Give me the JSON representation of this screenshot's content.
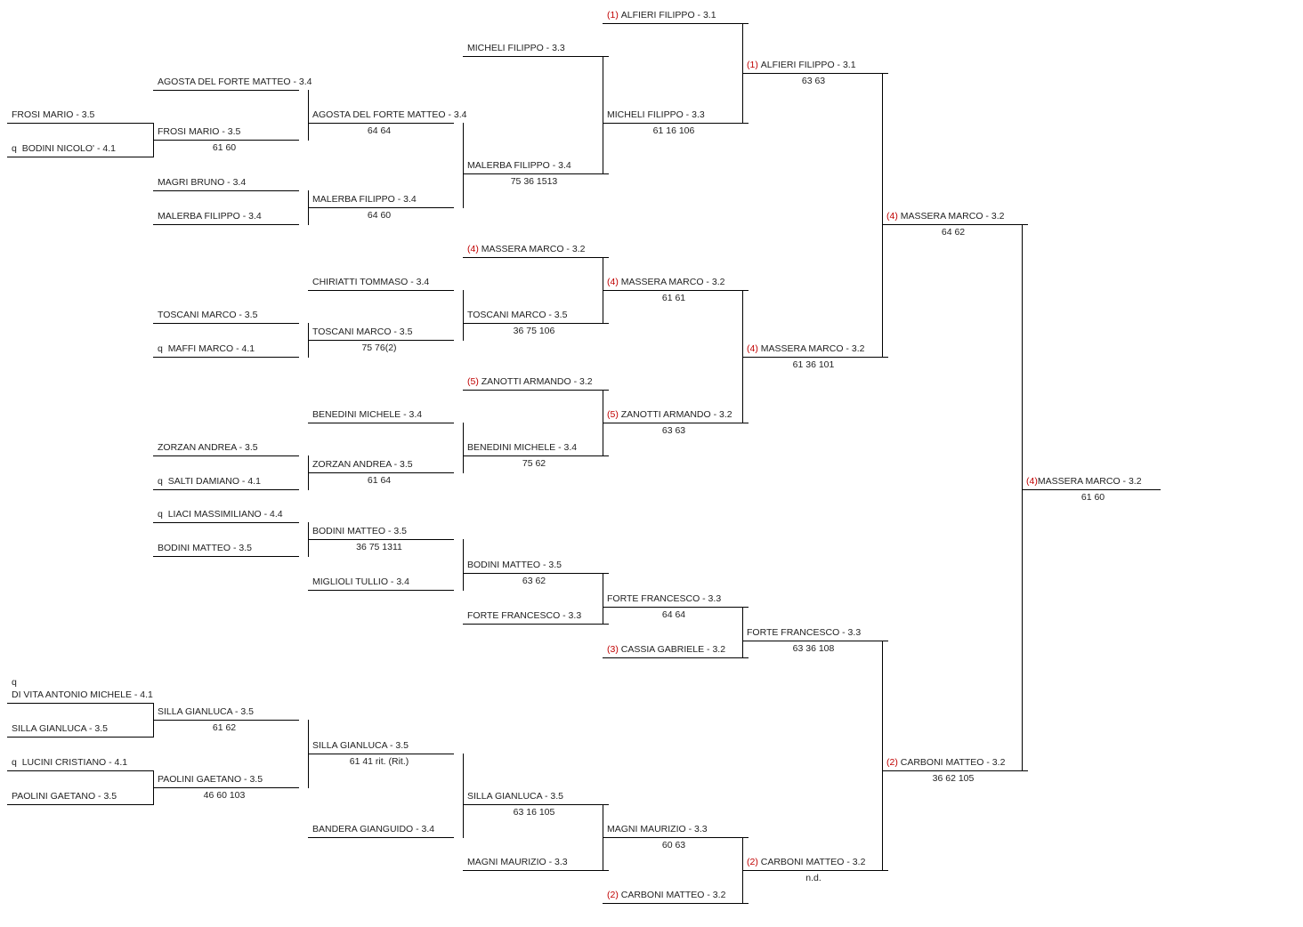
{
  "bracket": {
    "entries": [
      {
        "name": "FROSI MARIO - 3.5"
      },
      {
        "prefix": "q",
        "name": "BODINI NICOLO' - 4.1"
      },
      {
        "name": "AGOSTA DEL FORTE MATTEO - 3.4"
      },
      {
        "name": "FROSI MARIO - 3.5"
      },
      {
        "name": "MAGRI BRUNO - 3.4"
      },
      {
        "name": "MALERBA FILIPPO - 3.4"
      },
      {
        "name": "TOSCANI MARCO - 3.5"
      },
      {
        "prefix": "q",
        "name": "MAFFI MARCO - 4.1"
      },
      {
        "name": "ZORZAN ANDREA - 3.5"
      },
      {
        "prefix": "q",
        "name": "SALTI DAMIANO - 4.1"
      },
      {
        "prefix": "q",
        "name": "LIACI MASSIMILIANO - 4.4"
      },
      {
        "name": "BODINI MATTEO - 3.5"
      },
      {
        "prefix": "q",
        "name": "DI VITA ANTONIO MICHELE - 4.1",
        "prefix_above": true
      },
      {
        "name": "SILLA GIANLUCA - 3.5"
      },
      {
        "prefix": "q",
        "name": "LUCINI CRISTIANO - 4.1"
      },
      {
        "name": "PAOLINI GAETANO - 3.5"
      },
      {
        "name": "SILLA GIANLUCA - 3.5"
      },
      {
        "name": "PAOLINI GAETANO - 3.5"
      },
      {
        "name": "AGOSTA DEL FORTE MATTEO - 3.4"
      },
      {
        "name": "MALERBA FILIPPO - 3.4"
      },
      {
        "name": "CHIRIATTI TOMMASO - 3.4"
      },
      {
        "name": "TOSCANI MARCO - 3.5"
      },
      {
        "name": "BENEDINI MICHELE - 3.4"
      },
      {
        "name": "ZORZAN ANDREA - 3.5"
      },
      {
        "name": "BODINI MATTEO - 3.5"
      },
      {
        "name": "MIGLIOLI TULLIO - 3.4"
      },
      {
        "name": "SILLA GIANLUCA - 3.5"
      },
      {
        "name": "BANDERA GIANGUIDO - 3.4"
      },
      {
        "name": "MICHELI FILIPPO - 3.3"
      },
      {
        "name": "MALERBA FILIPPO - 3.4"
      },
      {
        "seed": "(4)",
        "name": "MASSERA MARCO - 3.2"
      },
      {
        "name": "TOSCANI MARCO - 3.5"
      },
      {
        "seed": "(5)",
        "name": "ZANOTTI ARMANDO - 3.2"
      },
      {
        "name": "BENEDINI MICHELE - 3.4"
      },
      {
        "name": "BODINI MATTEO - 3.5"
      },
      {
        "name": "FORTE FRANCESCO - 3.3"
      },
      {
        "name": "SILLA GIANLUCA - 3.5"
      },
      {
        "name": "MAGNI MAURIZIO - 3.3"
      },
      {
        "seed": "(1)",
        "name": "ALFIERI FILIPPO - 3.1"
      },
      {
        "name": "MICHELI FILIPPO - 3.3"
      },
      {
        "seed": "(4)",
        "name": "MASSERA MARCO - 3.2"
      },
      {
        "seed": "(5)",
        "name": "ZANOTTI ARMANDO - 3.2"
      },
      {
        "name": "FORTE FRANCESCO - 3.3"
      },
      {
        "seed": "(3)",
        "name": "CASSIA GABRIELE - 3.2"
      },
      {
        "name": "MAGNI MAURIZIO - 3.3"
      },
      {
        "seed": "(2)",
        "name": "CARBONI MATTEO - 3.2"
      },
      {
        "seed": "(1)",
        "name": "ALFIERI FILIPPO - 3.1"
      },
      {
        "seed": "(4)",
        "name": "MASSERA MARCO - 3.2"
      },
      {
        "name": "FORTE FRANCESCO - 3.3"
      },
      {
        "seed": "(2)",
        "name": "CARBONI MATTEO - 3.2"
      },
      {
        "seed": "(4)",
        "name": "MASSERA MARCO - 3.2"
      },
      {
        "seed": "(2)",
        "name": "CARBONI MATTEO - 3.2"
      },
      {
        "seed": "(4)",
        "name": "MASSERA MARCO - 3.2",
        "compact": true
      }
    ],
    "scores": [
      "61 60",
      "61 62",
      "46 60 103",
      "64 64",
      "64 60",
      "75 76(2)",
      "61 64",
      "36 75 1311",
      "61 41 rit. (Rit.)",
      "75 36 1513",
      "36 75 106",
      "75 62",
      "63 62",
      "63 16 105",
      "61 16 106",
      "61 61",
      "63 63",
      "64 64",
      "60 63",
      "63 63",
      "61 36 101",
      "63 36 108",
      "n.d.",
      "64 62",
      "36 62 105",
      "61 60"
    ],
    "colors": {
      "line": "#000000",
      "text": "#222222",
      "seed": "#c00000"
    }
  }
}
